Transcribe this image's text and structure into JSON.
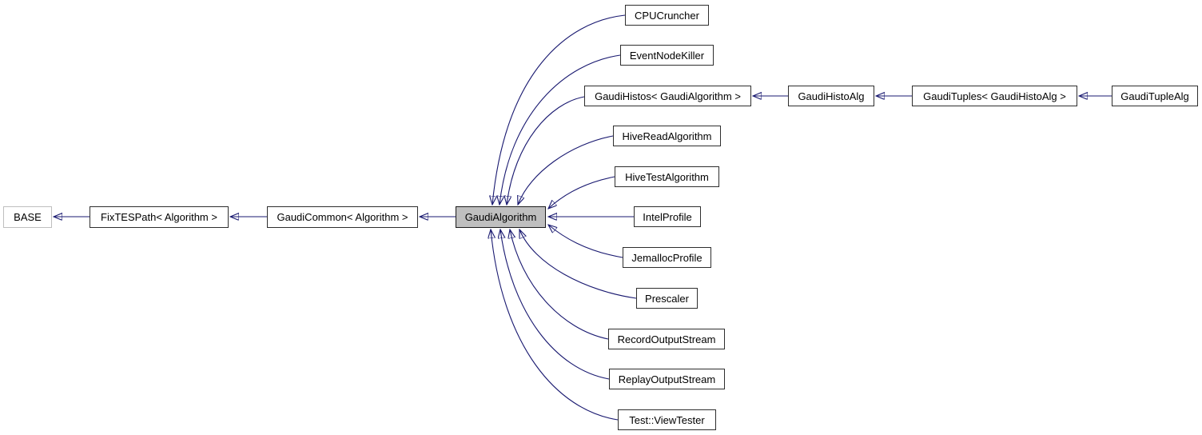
{
  "diagram": {
    "kind": "class-inheritance-graph",
    "arrow_color": "#191970",
    "node_fill": "#ffffff",
    "node_border": "#2e2e2e",
    "highlight_fill": "#bfbfbf",
    "external_border": "#bebebe",
    "text_color": "#000000"
  },
  "nodes": {
    "base": {
      "label": "BASE"
    },
    "fixtespath": {
      "label": "FixTESPath< Algorithm >"
    },
    "gaudicommon": {
      "label": "GaudiCommon< Algorithm >"
    },
    "gaudialgorithm": {
      "label": "GaudiAlgorithm"
    },
    "cpucruncher": {
      "label": "CPUCruncher"
    },
    "eventnodekiller": {
      "label": "EventNodeKiller"
    },
    "gaudihistos": {
      "label": "GaudiHistos< GaudiAlgorithm >"
    },
    "gaudihistoalg": {
      "label": "GaudiHistoAlg"
    },
    "gaudituples": {
      "label": "GaudiTuples< GaudiHistoAlg >"
    },
    "gauditumplealg": {
      "label": "GaudiTupleAlg"
    },
    "hiveread": {
      "label": "HiveReadAlgorithm"
    },
    "hivetest": {
      "label": "HiveTestAlgorithm"
    },
    "intelprofile": {
      "label": "IntelProfile"
    },
    "jemalloc": {
      "label": "JemallocProfile"
    },
    "prescaler": {
      "label": "Prescaler"
    },
    "recordstream": {
      "label": "RecordOutputStream"
    },
    "replaystream": {
      "label": "ReplayOutputStream"
    },
    "viewtester": {
      "label": "Test::ViewTester"
    }
  },
  "edges": [
    {
      "from": "FixTESPath< Algorithm >",
      "to": "BASE"
    },
    {
      "from": "GaudiCommon< Algorithm >",
      "to": "FixTESPath< Algorithm >"
    },
    {
      "from": "GaudiAlgorithm",
      "to": "GaudiCommon< Algorithm >"
    },
    {
      "from": "CPUCruncher",
      "to": "GaudiAlgorithm"
    },
    {
      "from": "EventNodeKiller",
      "to": "GaudiAlgorithm"
    },
    {
      "from": "GaudiHistos< GaudiAlgorithm >",
      "to": "GaudiAlgorithm"
    },
    {
      "from": "GaudiHistoAlg",
      "to": "GaudiHistos< GaudiAlgorithm >"
    },
    {
      "from": "GaudiTuples< GaudiHistoAlg >",
      "to": "GaudiHistoAlg"
    },
    {
      "from": "GaudiTupleAlg",
      "to": "GaudiTuples< GaudiHistoAlg >"
    },
    {
      "from": "HiveReadAlgorithm",
      "to": "GaudiAlgorithm"
    },
    {
      "from": "HiveTestAlgorithm",
      "to": "GaudiAlgorithm"
    },
    {
      "from": "IntelProfile",
      "to": "GaudiAlgorithm"
    },
    {
      "from": "JemallocProfile",
      "to": "GaudiAlgorithm"
    },
    {
      "from": "Prescaler",
      "to": "GaudiAlgorithm"
    },
    {
      "from": "RecordOutputStream",
      "to": "GaudiAlgorithm"
    },
    {
      "from": "ReplayOutputStream",
      "to": "GaudiAlgorithm"
    },
    {
      "from": "Test::ViewTester",
      "to": "GaudiAlgorithm"
    }
  ]
}
